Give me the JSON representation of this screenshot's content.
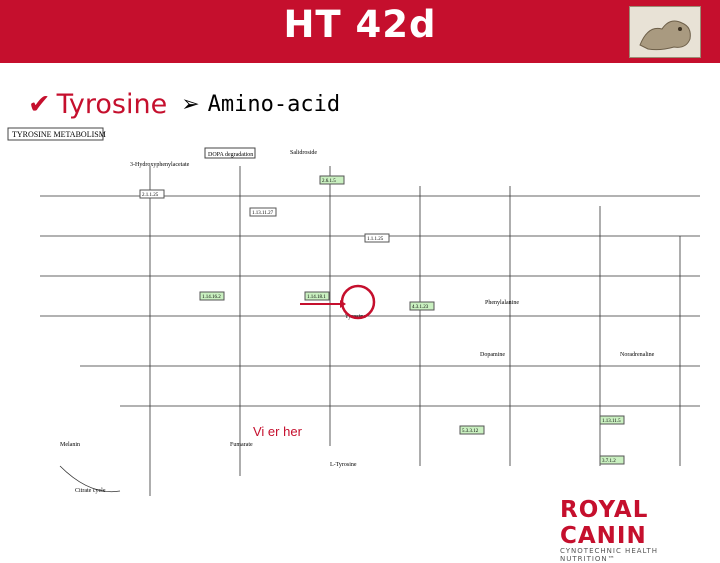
{
  "header": {
    "title": "HT 42d",
    "color": "#c50f2d"
  },
  "subtitle": {
    "check_icon": "check-mark-icon",
    "main": "Tyrosine",
    "arrow_icon": "arrow-bullet-icon",
    "secondary": "Amino-acid"
  },
  "pathway": {
    "title": "TYROSINE METABOLISM",
    "nodes": {
      "dopa": "DOPA degradation",
      "salidroside": "Salidroside",
      "hydroxyphenylacetate": "3-Hydroxyphenylacetate",
      "ec_2_1_1_25": "2.1.1.25",
      "ec_1_13_11_27": "1.13.11.27",
      "ec_2_6_1_5": "2.6.1.5",
      "ec_1_14_16_2": "1.14.16.2",
      "ec_4_3_1_23": "4.3.1.23",
      "ec_1_1_1_25": "1.1.1.25",
      "ec_1_14_18_1": "1.14.18.1",
      "ec_5_3_3_12": "5.3.3.12",
      "ec_1_13_11_5": "1.13.11.5",
      "ec_3_7_1_2": "3.7.1.2",
      "tyrosine": "Tyrosine",
      "phenylalanine": "Phenylalanine",
      "fumarate": "Fumarate",
      "l_tyrosine": "L-Tyrosine",
      "dopamine": "Dopamine",
      "noradrenaline": "Noradrenaline",
      "melanin": "Melanin",
      "citrate": "Citrate cycle"
    },
    "annotation": "Vi er her"
  },
  "brand": {
    "name": "ROYAL CANIN",
    "tagline": "CYNOTECHNIC HEALTH NUTRITION™"
  }
}
